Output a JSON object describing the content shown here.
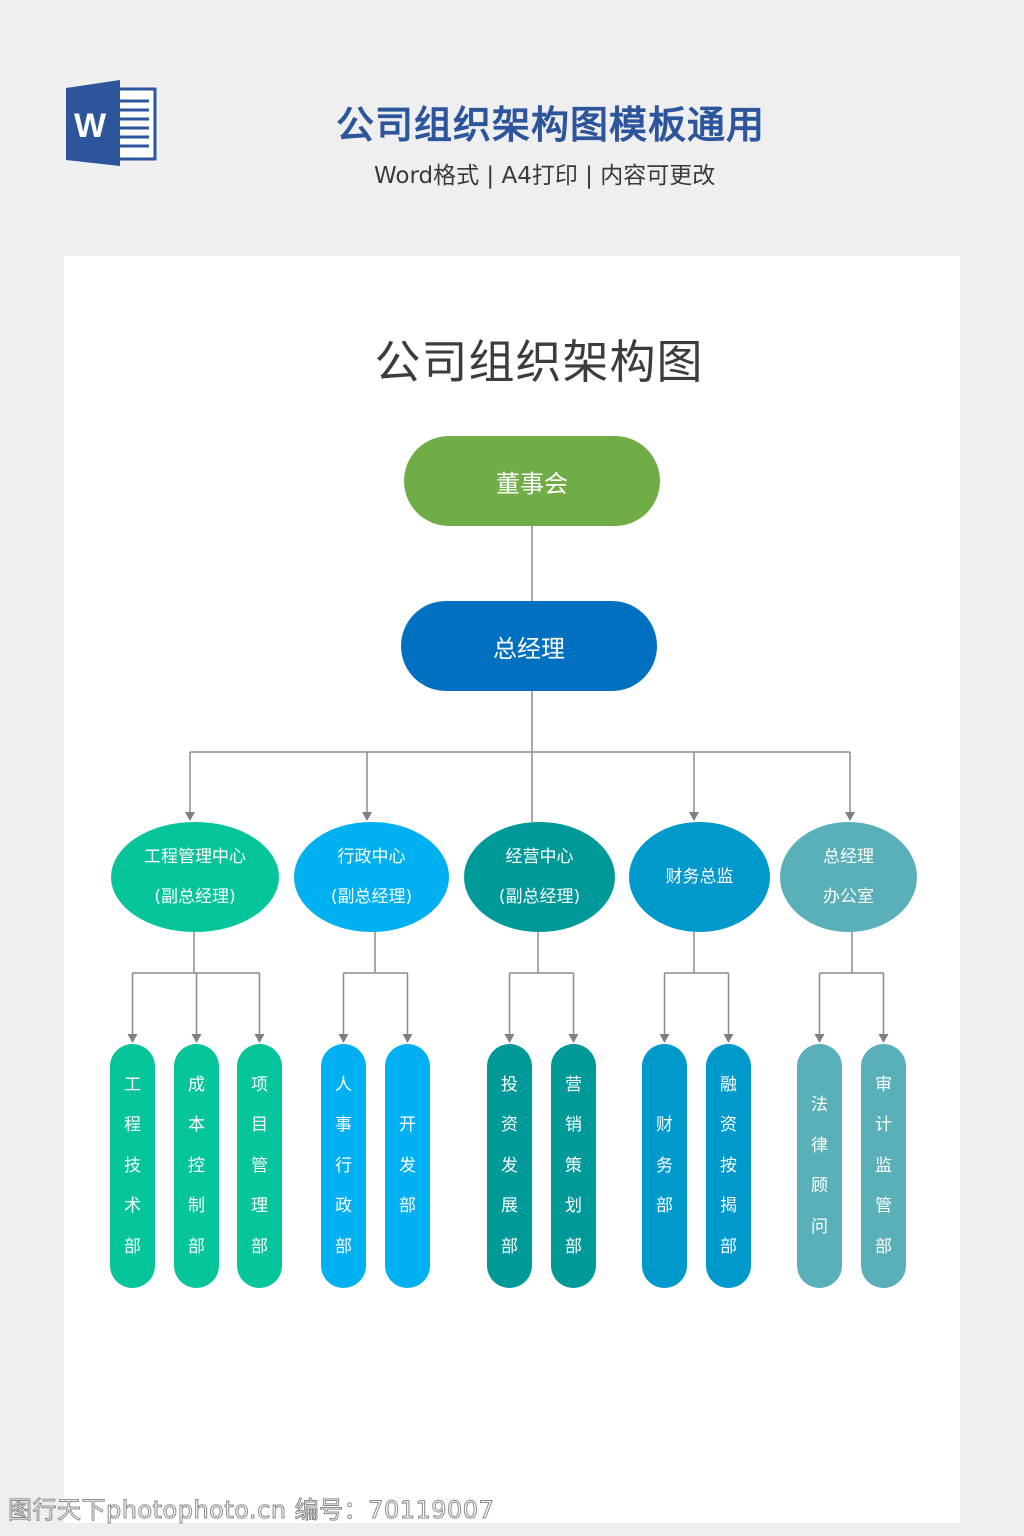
{
  "header": {
    "app_icon": "word-document-icon",
    "app_icon_letter": "W",
    "title": "公司组织架构图模板通用",
    "subtitle": "Word格式 | A4打印 | 内容可更改"
  },
  "chart": {
    "title": "公司组织架构图",
    "line_color": "#8c8c8c",
    "root": {
      "label": "董事会",
      "color": "#70ad47"
    },
    "ceo": {
      "label": "总经理",
      "color": "#0070c0"
    },
    "centers": [
      {
        "line1": "工程管理中心",
        "line2": "(副总经理)",
        "color": "#06c59a",
        "departments": [
          "工程技术部",
          "成本控制部",
          "项目管理部"
        ]
      },
      {
        "line1": "行政中心",
        "line2": "(副总经理)",
        "color": "#00b0f0",
        "departments": [
          "人事行政部",
          "开发部"
        ]
      },
      {
        "line1": "经营中心",
        "line2": "(副总经理)",
        "color": "#009999",
        "departments": [
          "投资发展部",
          "营销策划部"
        ]
      },
      {
        "line1": "财务总监",
        "line2": "",
        "color": "#0099cc",
        "departments": [
          "财务部",
          "融资按揭部"
        ]
      },
      {
        "line1": "总经理",
        "line2": "办公室",
        "color": "#5ab0b9",
        "departments": [
          "法律顾问",
          "审计监管部"
        ]
      }
    ]
  },
  "watermark": "图行天下photophoto.cn 编号：70119007"
}
